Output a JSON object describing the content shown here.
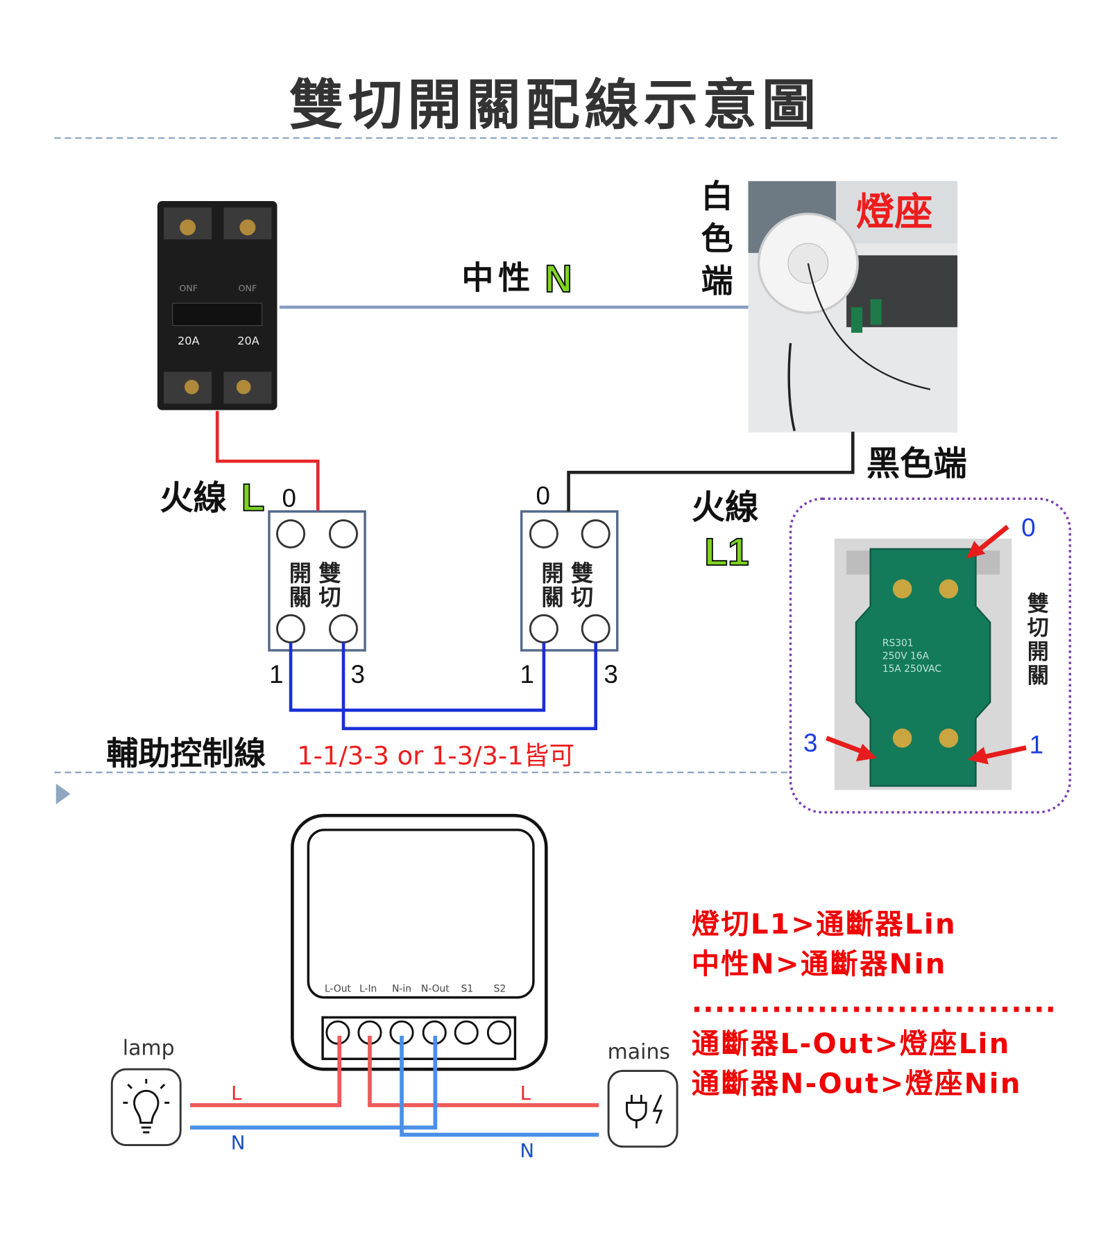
{
  "title": "雙切開關配線示意圖",
  "breaker": {
    "rating_left": "20A",
    "rating_right": "20A",
    "brand_left": "ONF",
    "brand_right": "ONF"
  },
  "neutral": {
    "label": "中性",
    "letter": "N"
  },
  "lamp_holder": {
    "label": "燈座",
    "white_end": [
      "白",
      "色",
      "端"
    ],
    "black_end": "黑色端"
  },
  "live": {
    "label": "火線",
    "letter": "L",
    "l1_label": "火線",
    "l1_letter": "L1"
  },
  "switch1": {
    "top_pin": "0",
    "text_col1": [
      "開",
      "關"
    ],
    "text_col2": [
      "雙",
      "切"
    ],
    "pin_left": "1",
    "pin_right": "3"
  },
  "switch2": {
    "top_pin": "0",
    "text_col1": [
      "開",
      "關"
    ],
    "text_col2": [
      "雙",
      "切"
    ],
    "pin_left": "1",
    "pin_right": "3"
  },
  "aux": {
    "label": "輔助控制線",
    "note": "1-1/3-3 or 1-3/3-1皆可"
  },
  "switch_photo": {
    "pin_top": "0",
    "pin_left": "3",
    "pin_right": "1",
    "side_label": [
      "雙",
      "切",
      "開",
      "關"
    ],
    "print": [
      "RS301",
      "250V 16A",
      "15A 250VAC"
    ]
  },
  "module": {
    "terminals": [
      "L-Out",
      "L-In",
      "N-in",
      "N-Out",
      "S1",
      "S2"
    ]
  },
  "lamp": {
    "label": "lamp"
  },
  "mains": {
    "label": "mains"
  },
  "wire_labels": {
    "l_left": "L",
    "l_right": "L",
    "n_left": "N",
    "n_right": "N"
  },
  "instructions": {
    "line1": "燈切L1>通斷器Lin",
    "line2": "中性N>通斷器Nin",
    "separator": "................................",
    "line3": "通斷器L-Out>燈座Lin",
    "line4": "通斷器N-Out>燈座Nin"
  },
  "colors": {
    "live": "#e8262a",
    "neutral_wire": "#8b9cc4",
    "aux": "#1a2fd6",
    "accent_green": "#7ed321",
    "text_red": "#f00000",
    "pin_blue": "#1a3be0",
    "module_red": "#ef5a5a",
    "module_blue": "#4a8fe8"
  }
}
